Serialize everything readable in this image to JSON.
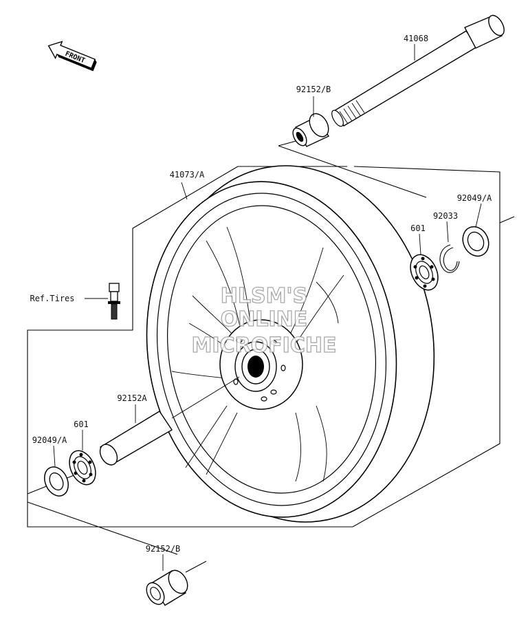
{
  "labels": {
    "axle": "41068",
    "collar_top": "92152/B",
    "wheel": "41073/A",
    "seal_right": "92049/A",
    "circlip": "92033",
    "bearing_right": "601",
    "ref_tires": "Ref.Tires",
    "spacer": "92152A",
    "bearing_left": "601",
    "seal_left": "92049/A",
    "collar_bottom": "92152/B"
  },
  "front_arrow": "FRONT",
  "watermark": {
    "line1": "HLSM'S",
    "line2": "ONLINE",
    "line3": "MICROFICHE"
  }
}
